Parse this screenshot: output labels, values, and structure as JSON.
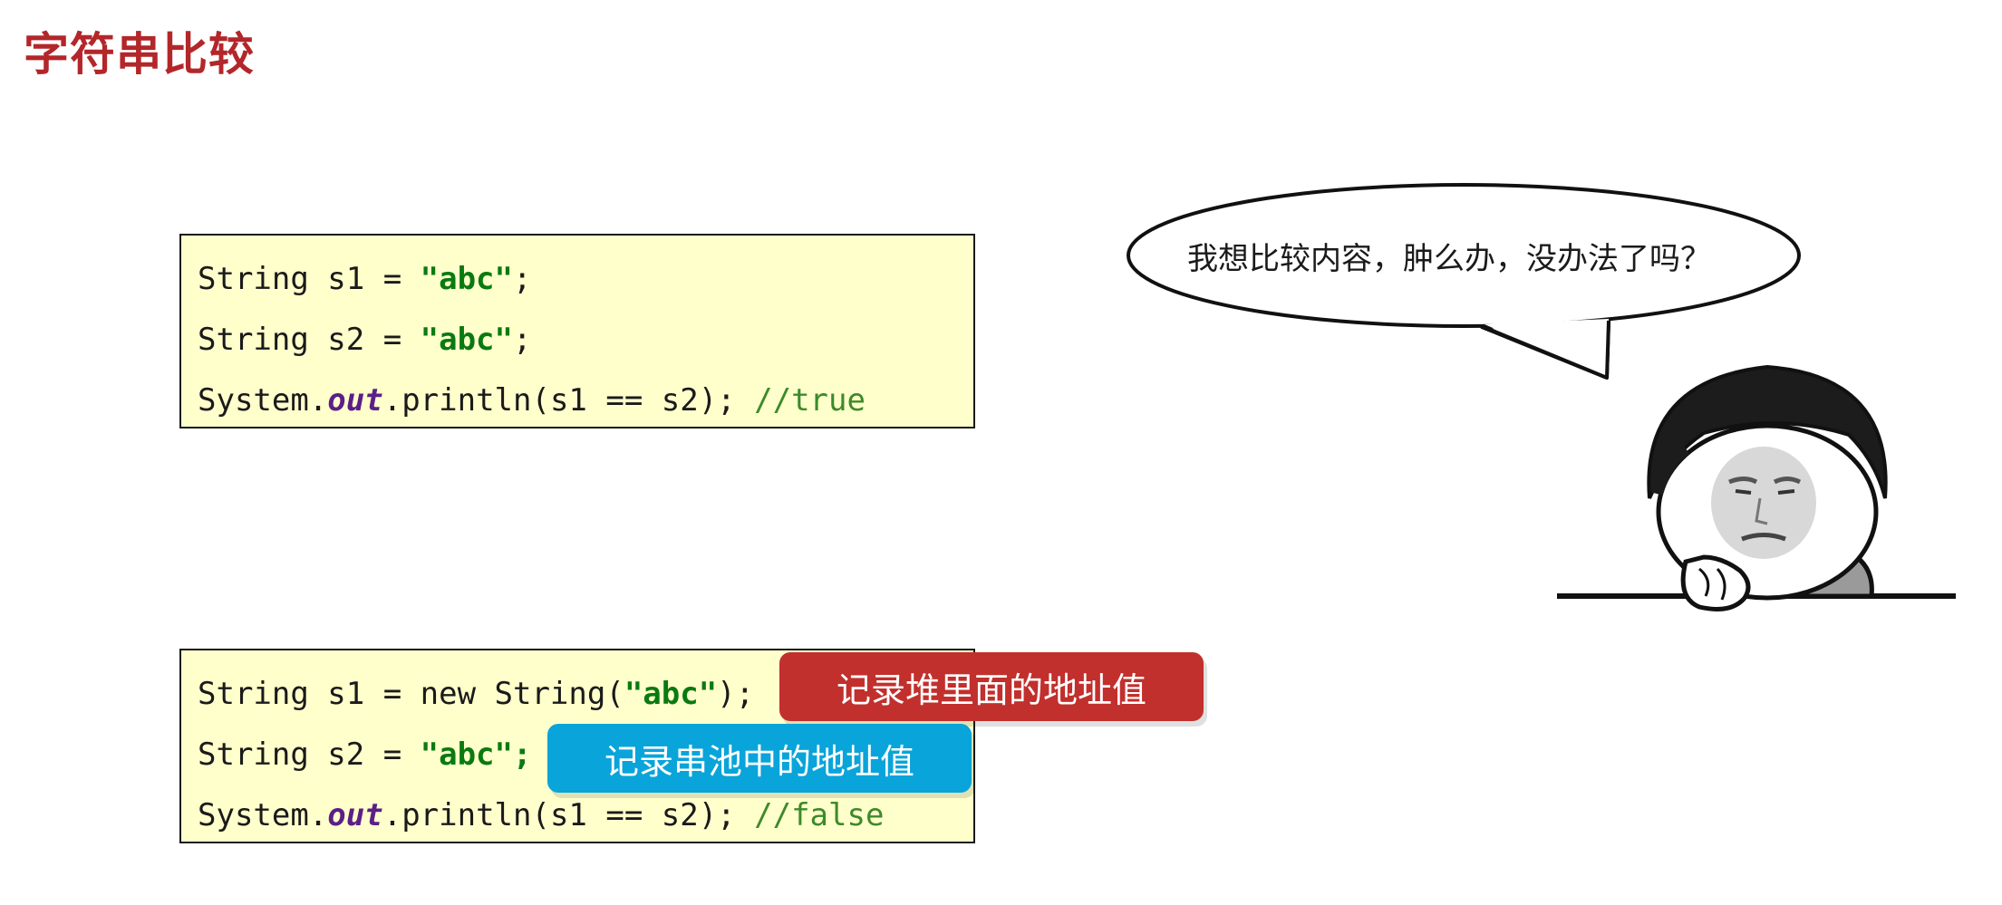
{
  "slide": {
    "title": "字符串比较"
  },
  "example1": {
    "line1": {
      "prefix": "String s1 = ",
      "literal": "\"abc\"",
      "suffix": ";"
    },
    "line2": {
      "prefix": "String s2 = ",
      "literal": "\"abc\"",
      "suffix": ";"
    },
    "line3": {
      "prefix": "System.",
      "field": "out",
      "middle": ".println(s1 == s2); ",
      "comment": "//true"
    }
  },
  "example2": {
    "line1": {
      "prefix": "String s1 = new String(",
      "literal": "\"abc\"",
      "suffix": ");"
    },
    "line2": {
      "prefix": "String s2 = ",
      "literal": "\"abc\";"
    },
    "line3": {
      "prefix": "System.",
      "field": "out",
      "middle": ".println(s1 == s2); ",
      "comment": "//false"
    }
  },
  "annotations": {
    "heap_label": "记录堆里面的地址值",
    "pool_label": "记录串池中的地址值"
  },
  "speech": {
    "text": "我想比较内容，肿么办，没办法了吗？"
  },
  "colors": {
    "title": "#b3262a",
    "code_bg": "#ffffcc",
    "string_literal": "#0a7a10",
    "field": "#5b1f87",
    "comment": "#3d8a2a",
    "heap_tag": "#c1302d",
    "pool_tag": "#09a4da"
  }
}
